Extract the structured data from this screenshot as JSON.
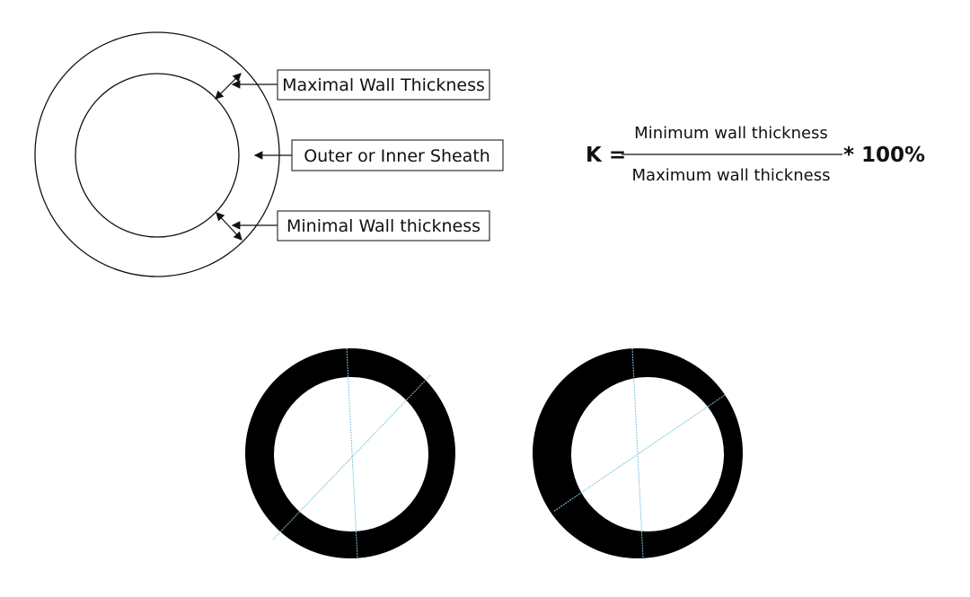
{
  "labels": {
    "max_wall": "Maximal Wall Thickness",
    "sheath": "Outer or Inner Sheath",
    "min_wall": "Minimal Wall thickness"
  },
  "formula": {
    "lhs": "K =",
    "numerator": "Minimum wall thickness",
    "denominator": "Maximum wall thickness",
    "multiplier": "* 100%"
  },
  "colors": {
    "ring": "#000000",
    "measure_line": "#7fc6e0"
  }
}
